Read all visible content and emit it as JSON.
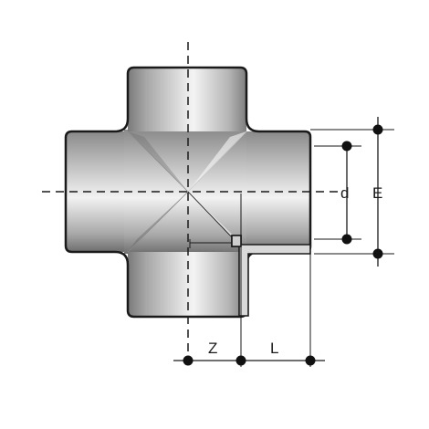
{
  "labels": {
    "d": "d",
    "E": "E",
    "Z": "Z",
    "L": "L"
  },
  "colors": {
    "outline": "#1a1a1a",
    "shade_dark": "#6e6e6e",
    "shade_light": "#f4f4f4",
    "socket_fill": "#d9d9d9",
    "background": "#ffffff"
  }
}
